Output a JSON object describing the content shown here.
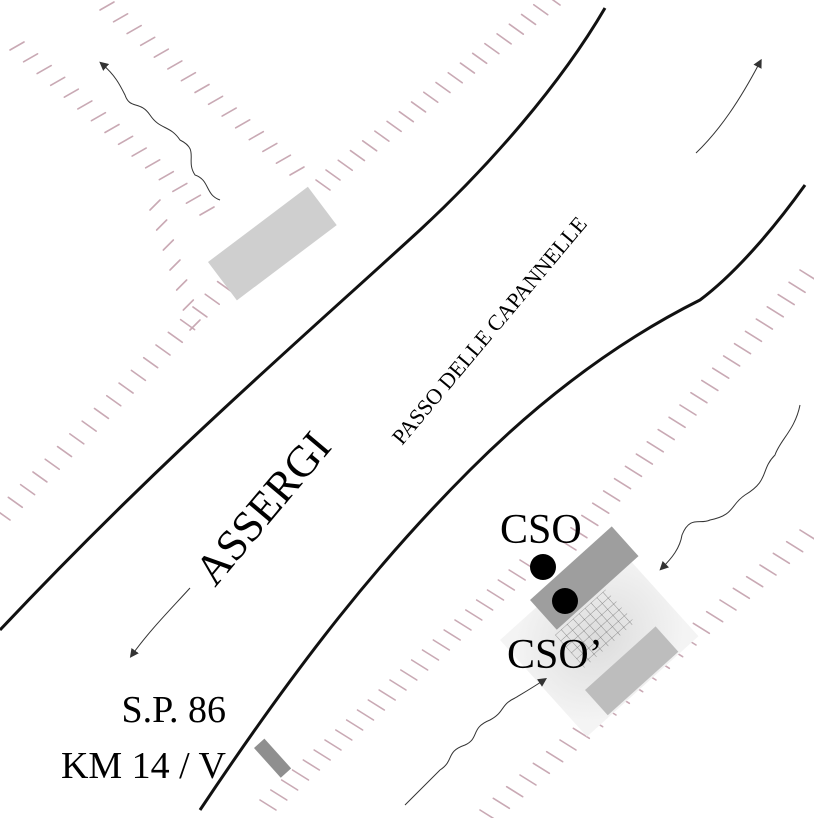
{
  "labels": {
    "assergi": "ASSERGI",
    "passo": "PASSO DELLE CAPANNELLE",
    "cso": "CSO",
    "cso_prime": "CSO’",
    "sp": "S.P. 86",
    "km": "KM 14 / V"
  },
  "colors": {
    "road": "#111111",
    "slope": "#c9a9b4",
    "building": "#c8c8c8",
    "building_dark": "#a9a9a9",
    "arrow": "#333333"
  }
}
